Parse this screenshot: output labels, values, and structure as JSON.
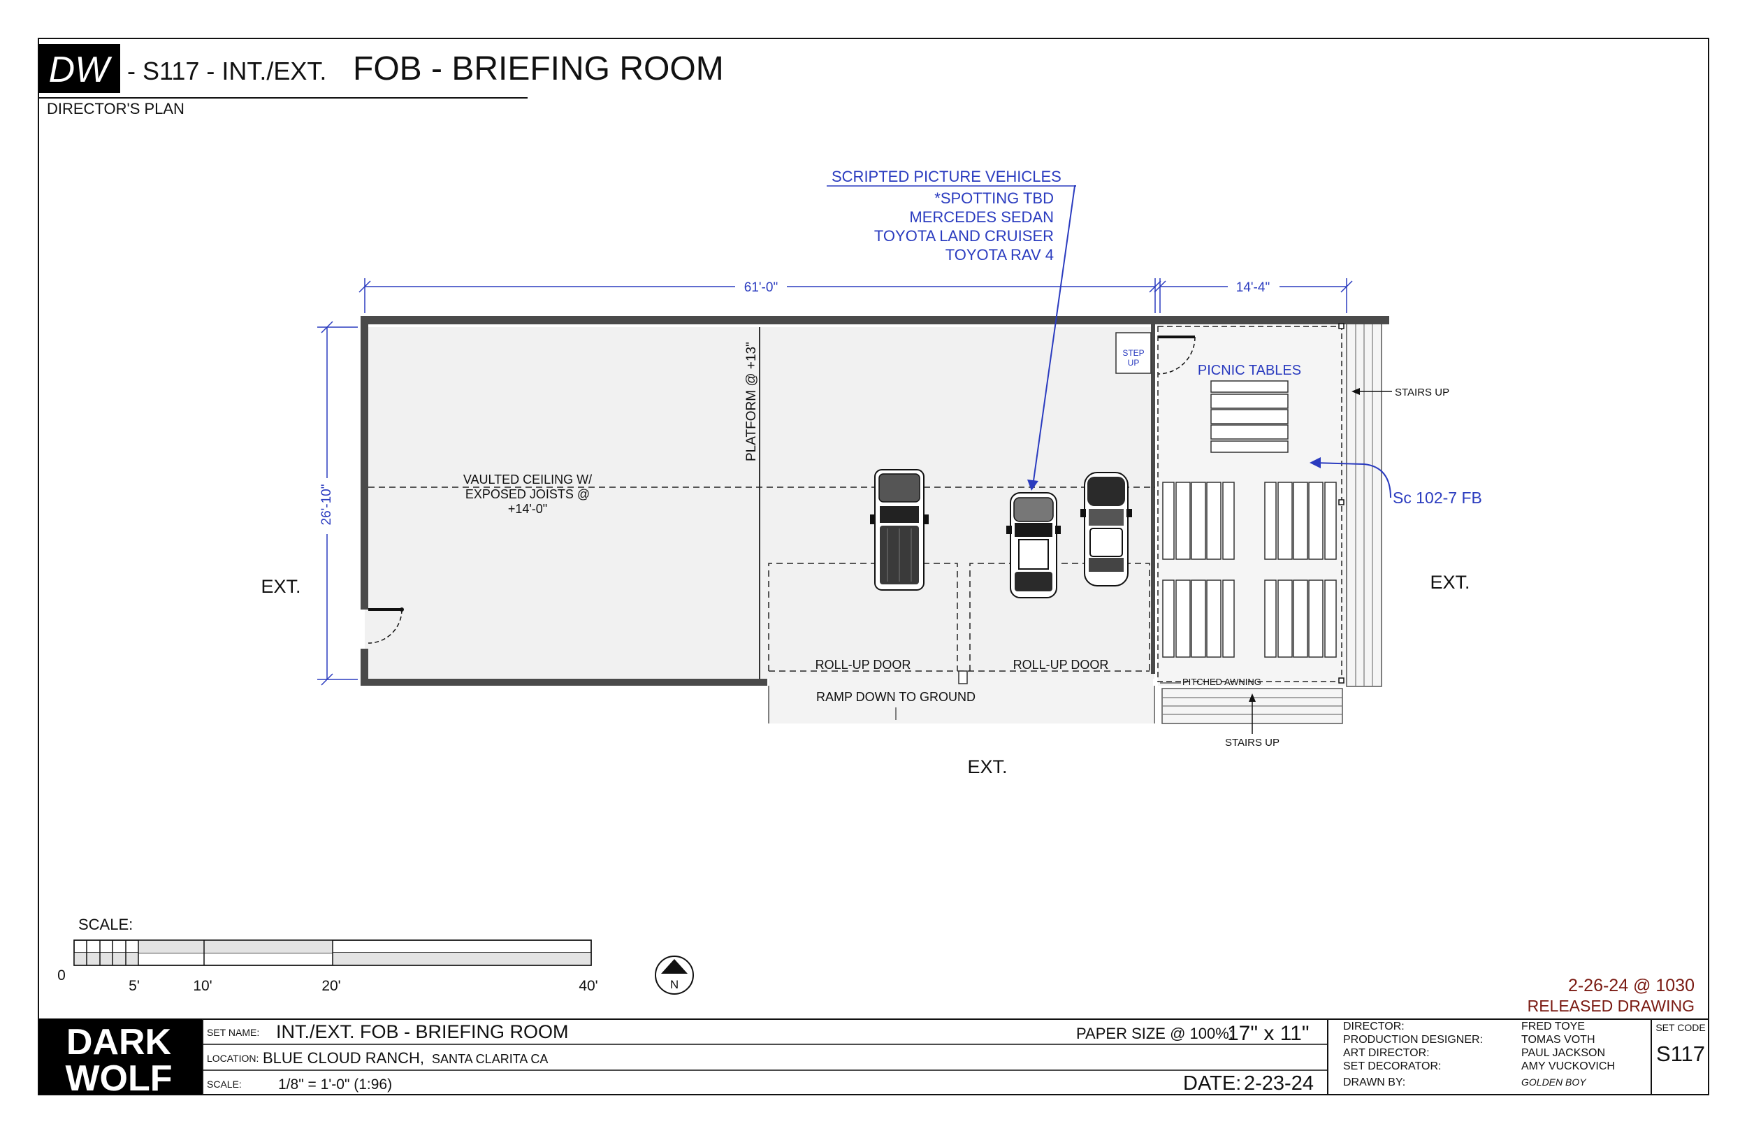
{
  "header": {
    "badge": "DW",
    "title_prefix": "- S117 - INT./EXT.",
    "title_main": "FOB - BRIEFING ROOM",
    "subtitle": "DIRECTOR'S PLAN"
  },
  "dimensions": {
    "length_main": "61'-0\"",
    "length_patio": "14'-4\"",
    "depth": "26'-10\""
  },
  "notes": {
    "vehicles_heading": "SCRIPTED PICTURE VEHICLES",
    "vehicles": [
      "*SPOTTING TBD",
      "MERCEDES SEDAN",
      "TOYOTA LAND CRUISER",
      "TOYOTA RAV 4"
    ],
    "scene_ref": "Sc 102-7 FB"
  },
  "plan_labels": {
    "platform": "PLATFORM @ +13\"",
    "vaulted": [
      "VAULTED CEILING W/",
      "EXPOSED JOISTS @",
      "+14'-0\""
    ],
    "step_up": [
      "STEP",
      "UP"
    ],
    "picnic_tables": "PICNIC TABLES",
    "stairs_up_east": "STAIRS UP",
    "stairs_up_south": "STAIRS UP",
    "rollup_1": "ROLL-UP DOOR",
    "rollup_2": "ROLL-UP DOOR",
    "pitched_awning": "PITCHED AWNING",
    "ramp": "RAMP DOWN TO GROUND",
    "ext_west": "EXT.",
    "ext_east": "EXT.",
    "ext_south": "EXT."
  },
  "scale_bar": {
    "label": "SCALE:",
    "ticks": [
      "0",
      "5'",
      "10'",
      "20'",
      "40'"
    ]
  },
  "north_arrow": "N",
  "release": {
    "stamp": "2-26-24 @ 1030",
    "status": "RELEASED DRAWING"
  },
  "title_block": {
    "logo_line1": "DARK",
    "logo_line2": "WOLF",
    "set_name_label": "SET NAME:",
    "set_name": "INT./EXT. FOB - BRIEFING ROOM",
    "location_label": "LOCATION:",
    "location": "BLUE CLOUD RANCH,",
    "location_city": "SANTA CLARITA CA",
    "scale_label": "SCALE:",
    "scale": "1/8\" = 1'-0\" (1:96)",
    "paper_size_label": "PAPER SIZE @ 100%:",
    "paper_size": "17\" x 11\"",
    "date_label": "DATE:",
    "date": "2-23-24",
    "roles": [
      "DIRECTOR:",
      "PRODUCTION DESIGNER:",
      "ART DIRECTOR:",
      "SET DECORATOR:",
      "DRAWN BY:"
    ],
    "names": [
      "FRED TOYE",
      "TOMAS VOTH",
      "PAUL JACKSON",
      "AMY VUCKOVICH",
      "GOLDEN BOY"
    ],
    "set_code_label": "SET CODE",
    "set_code": "S117"
  },
  "colors": {
    "annotation_blue": "#2a3bbf",
    "release_red": "#7a1a12",
    "floor_fill": "#f1f1f1",
    "wall": "#4a4a4a"
  }
}
